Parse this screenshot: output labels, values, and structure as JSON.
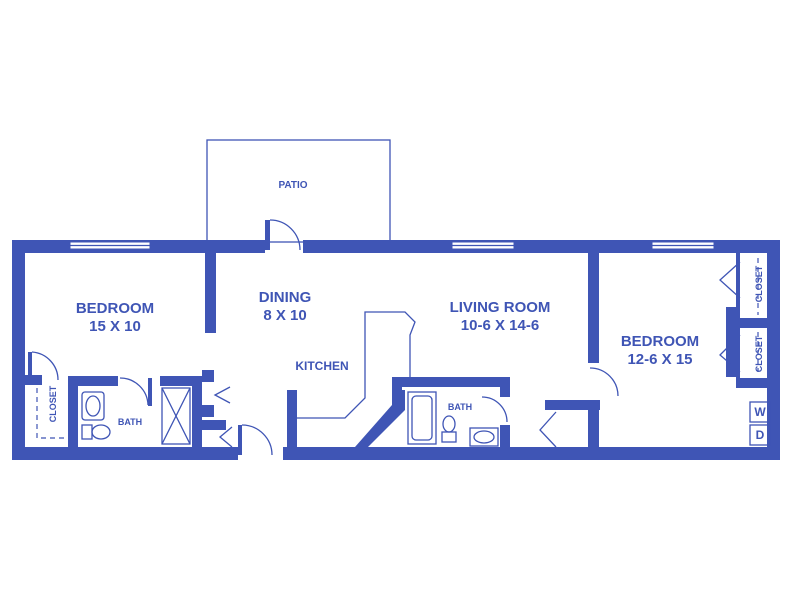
{
  "plan": {
    "patio": "PATIO",
    "bedroom_left": {
      "name": "BEDROOM",
      "size": "15 X 10"
    },
    "dining": {
      "name": "DINING",
      "size": "8 X 10"
    },
    "kitchen": "KITCHEN",
    "living_room": {
      "name": "LIVING ROOM",
      "size": "10-6 X 14-6"
    },
    "bedroom_right": {
      "name": "BEDROOM",
      "size": "12-6 X 15"
    },
    "bath_left": "BATH",
    "bath_right": "BATH",
    "closet_left": "CLOSET",
    "closet_right_top": "CLOSET",
    "closet_right_bottom": "CLOSET",
    "washer": "W",
    "dryer": "D"
  },
  "colors": {
    "wall": "#3f55b5",
    "background": "#ffffff"
  }
}
